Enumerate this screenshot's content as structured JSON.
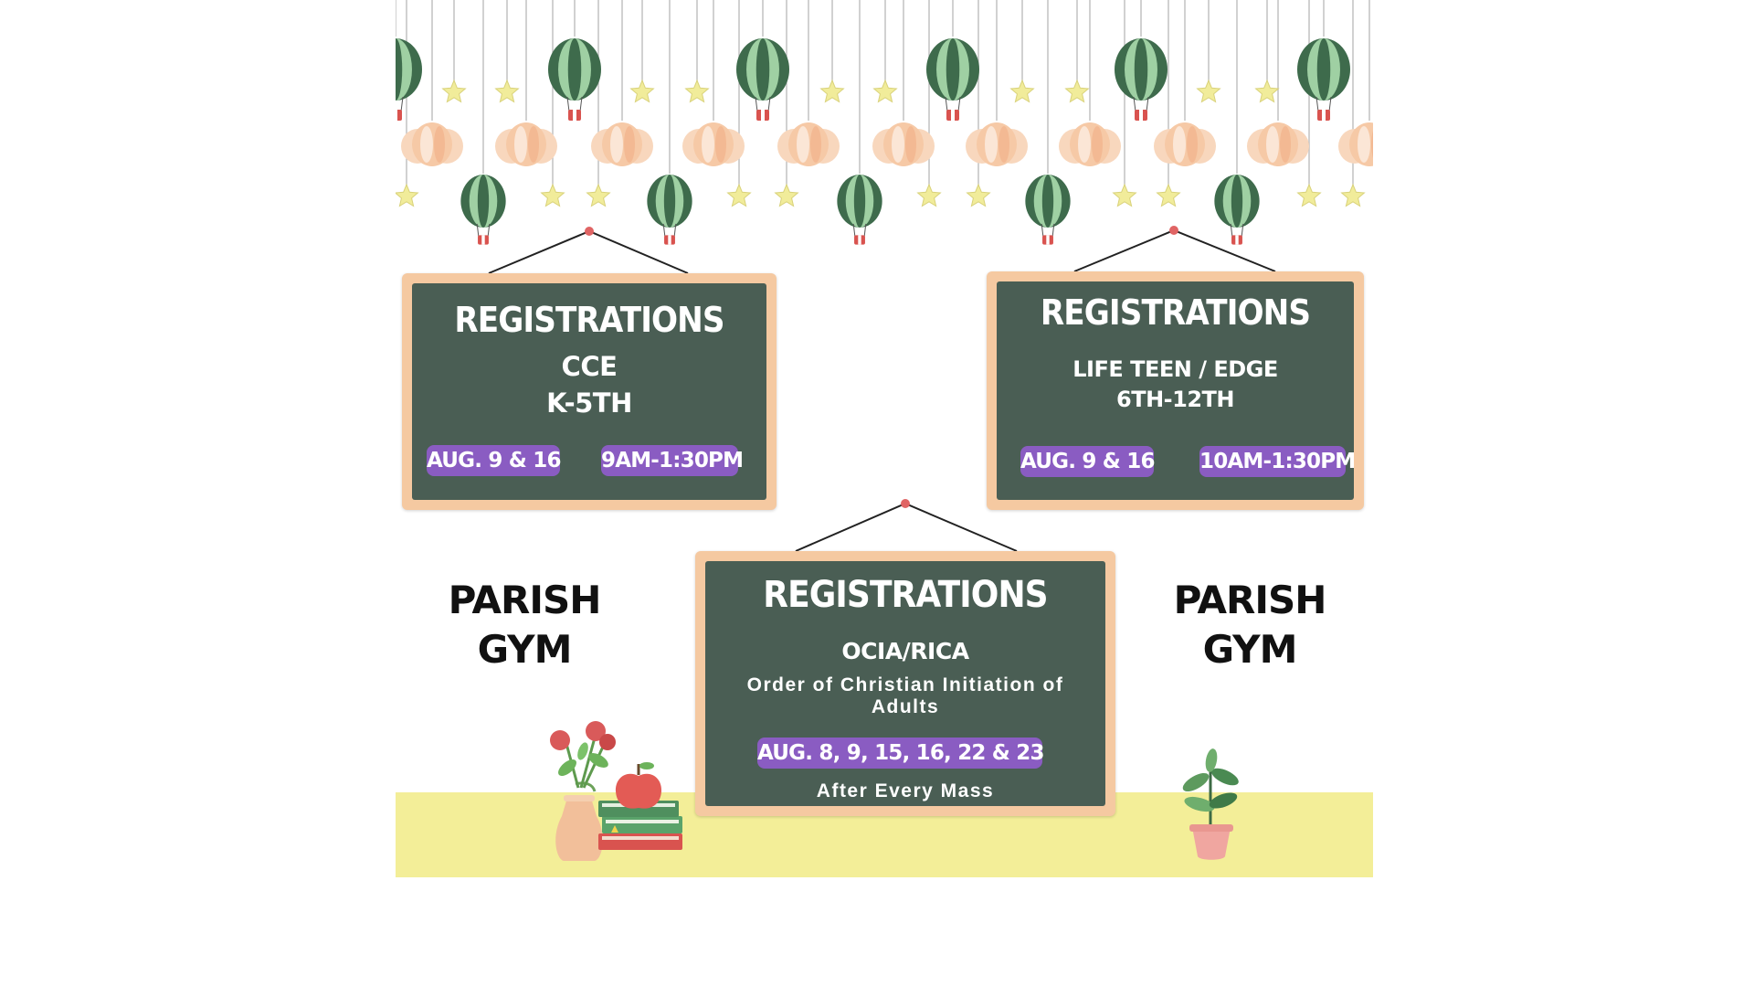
{
  "boards": {
    "cce": {
      "title": "REGISTRATIONS",
      "program": "CCE",
      "grades": "K-5TH",
      "dates": "AUG. 9 & 16",
      "time": "9AM-1:30PM"
    },
    "lifeteen": {
      "title": "REGISTRATIONS",
      "program": "LIFE TEEN / EDGE",
      "grades": "6TH-12TH",
      "dates": "AUG. 9 & 16",
      "time": "10AM-1:30PM"
    },
    "ocia": {
      "title": "REGISTRATIONS",
      "program": "OCIA/RICA",
      "description": "Order of Christian Initiation of Adults",
      "dates": "AUG. 8, 9, 15, 16, 22 & 23",
      "time": "After Every Mass"
    }
  },
  "locations": {
    "left": {
      "line1": "PARISH",
      "line2": "GYM"
    },
    "right": {
      "line1": "PARISH",
      "line2": "GYM"
    }
  },
  "colors": {
    "board_frame": "#f5c9a1",
    "chalkboard": "#4a5e54",
    "pill": "#8a5cc2",
    "floor": "#f3ee98",
    "balloon_dark": "#3e6b4c",
    "balloon_light": "#9fd0a3",
    "star": "#f1ec9a",
    "cloud": "#f6c9a6"
  },
  "icons": {
    "decoration": [
      "hot-air-balloon-icon",
      "star-icon",
      "cloud-icon"
    ],
    "props": [
      "flower-vase-icon",
      "apple-icon",
      "book-stack-icon",
      "potted-plant-icon"
    ]
  }
}
